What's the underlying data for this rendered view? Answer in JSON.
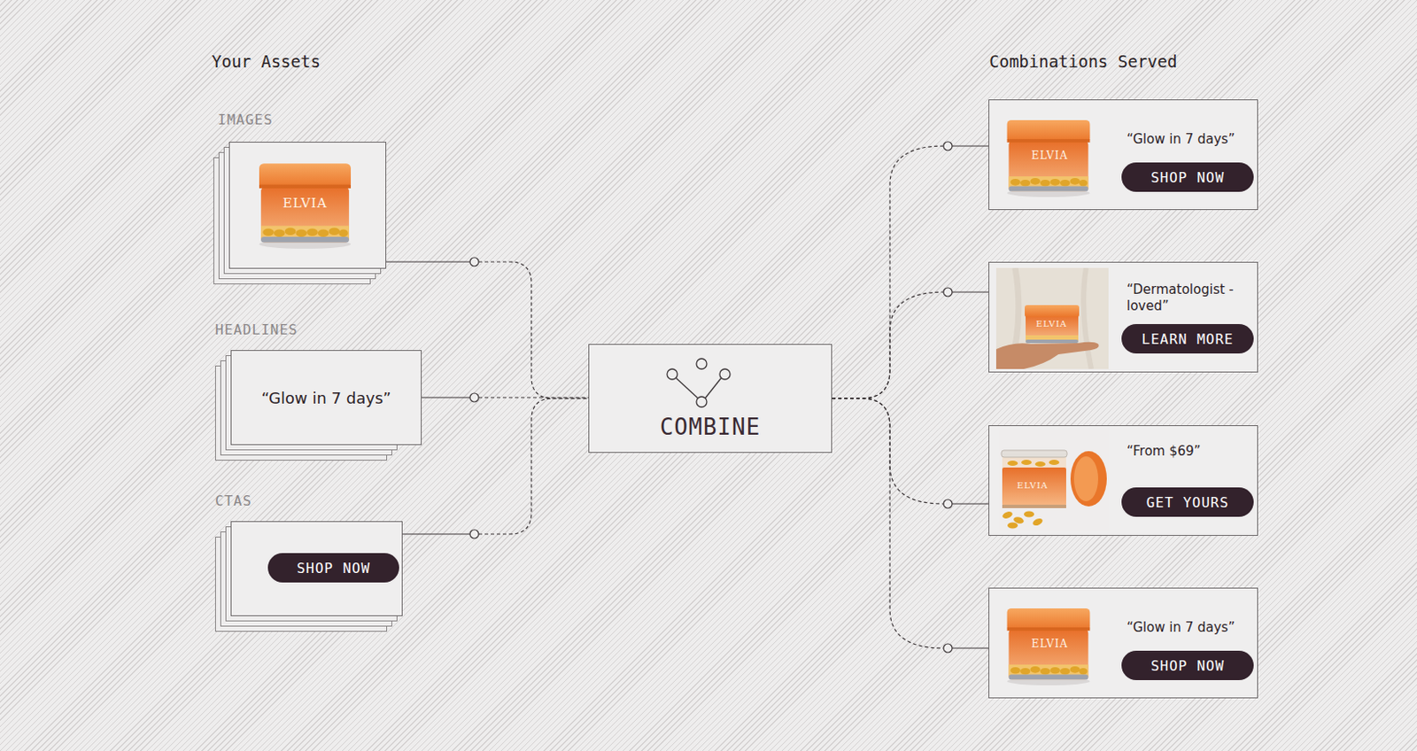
{
  "diagram": {
    "nodes": [
      {
        "text": [
          "IMAGES"
        ]
      },
      {
        "text": [
          "HEADLINES",
          "“Glow in 7 days”"
        ]
      },
      {
        "text": [
          "CTAS"
        ]
      },
      {
        "text": [
          "SHOP NOW"
        ],
        "in": 2
      },
      {
        "text": [
          "COMBINE"
        ]
      },
      {
        "text": [
          "“Glow in 7 days”"
        ]
      },
      {
        "text": [
          "SHOP NOW"
        ],
        "in": 5
      },
      {
        "text": [
          "“Dermatologist -loved”"
        ]
      },
      {
        "text": [
          "LEARN MORE"
        ],
        "in": 7
      },
      {
        "text": [
          "“From $69”"
        ]
      },
      {
        "text": [
          "GET YOURS"
        ],
        "in": 9
      },
      {
        "text": [
          "“Glow in 7 days”"
        ]
      },
      {
        "text": [
          "SHOP NOW"
        ],
        "in": 11
      }
    ],
    "edges": [
      {
        "from": 0,
        "to": 4,
        "arrow": "none"
      },
      {
        "from": 1,
        "to": 4,
        "arrow": "none"
      },
      {
        "from": 2,
        "to": 4,
        "arrow": "none"
      },
      {
        "from": 4,
        "to": 5,
        "arrow": "none"
      },
      {
        "from": 4,
        "to": 7,
        "arrow": "none"
      },
      {
        "from": 4,
        "to": 9,
        "arrow": "none"
      },
      {
        "from": 4,
        "to": 11,
        "arrow": "none"
      }
    ],
    "labels": [
      "Your Assets",
      "Combinations Served",
      "ELVIA",
      "ELVIA",
      "ELVIA",
      "ELVIA",
      "ELVIA"
    ]
  }
}
